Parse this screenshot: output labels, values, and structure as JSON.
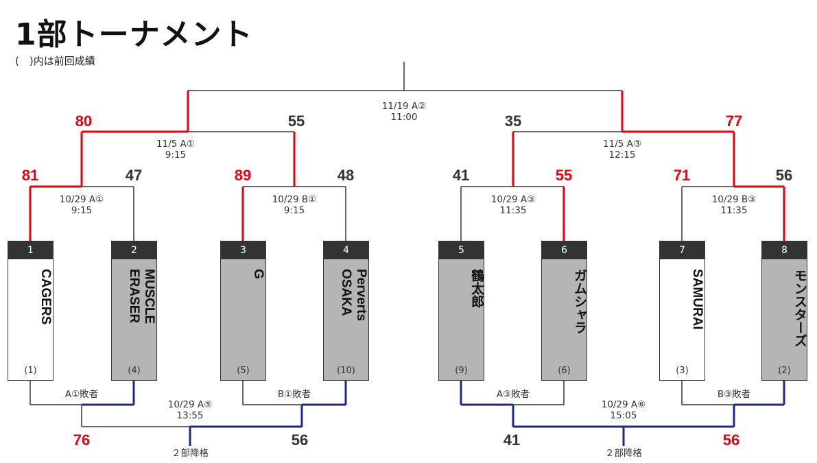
{
  "title": "1部トーナメント",
  "note": "(　)内は前回成績",
  "colors": {
    "winner": "#e60012",
    "relegation": "#1a2a8a",
    "line": "#333333"
  },
  "teams": [
    {
      "num": "1",
      "name": "CAGERS",
      "seed": "(1)"
    },
    {
      "num": "2",
      "name": "MUSCLE\nERASER",
      "seed": "(4)"
    },
    {
      "num": "3",
      "name": "G",
      "seed": "(5)"
    },
    {
      "num": "4",
      "name": "Perverts\nOSAKA",
      "seed": "(10)"
    },
    {
      "num": "5",
      "name": "鶴太郎",
      "seed": "(9)"
    },
    {
      "num": "6",
      "name": "ガムシャラ",
      "seed": "(6)"
    },
    {
      "num": "7",
      "name": "SAMURAI",
      "seed": "(3)"
    },
    {
      "num": "8",
      "name": "モンスターズ",
      "seed": "(2)"
    }
  ],
  "scores": {
    "r1": [
      "81",
      "47",
      "89",
      "48",
      "41",
      "55",
      "71",
      "56"
    ],
    "r2": [
      "80",
      "55",
      "35",
      "77"
    ],
    "consolation": [
      "76",
      "56",
      "41",
      "56"
    ]
  },
  "matches": {
    "final": "11/19 A②\n11:00",
    "semi_left": "11/5 A①\n9:15",
    "semi_right": "11/5 A③\n12:15",
    "r1_a1": "10/29 A①\n9:15",
    "r1_b1": "10/29 B①\n9:15",
    "r1_a3": "10/29 A③\n11:35",
    "r1_b3": "10/29 B③\n11:35",
    "cons_left": "10/29 A⑤\n13:55",
    "cons_right": "10/29 A⑥\n15:05"
  },
  "loser_labels": [
    "A①敗者",
    "B①敗者",
    "A③敗者",
    "B③敗者"
  ],
  "relegation_labels": [
    "２部降格",
    "２部降格"
  ]
}
